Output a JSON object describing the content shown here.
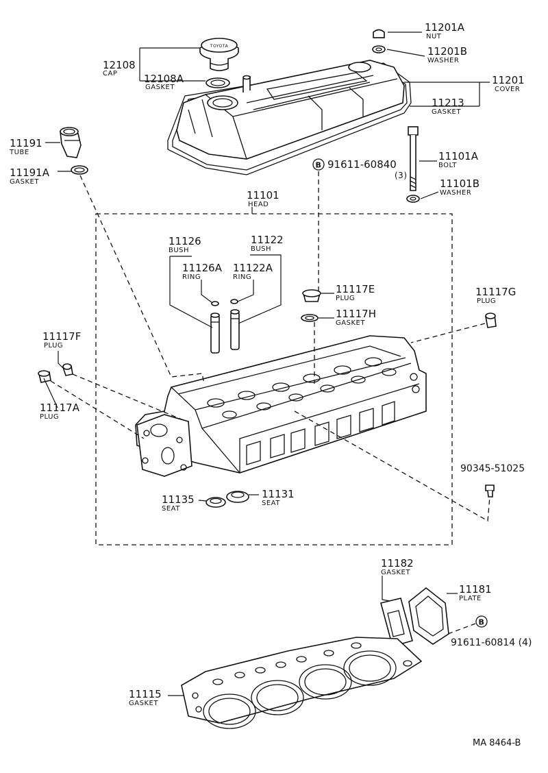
{
  "parts": {
    "p12108": {
      "num": "12108",
      "label": "CAP"
    },
    "p12108A": {
      "num": "12108A",
      "label": "GASKET"
    },
    "p11201A": {
      "num": "11201A",
      "label": "NUT"
    },
    "p11201B": {
      "num": "11201B",
      "label": "WASHER"
    },
    "p11201": {
      "num": "11201",
      "label": "COVER"
    },
    "p11213": {
      "num": "11213",
      "label": "GASKET"
    },
    "p11191": {
      "num": "11191",
      "label": "TUBE"
    },
    "p11191A": {
      "num": "11191A",
      "label": "GASKET"
    },
    "p91611_60840": {
      "num": "91611-60840",
      "marker": "B"
    },
    "p11101A": {
      "num": "11101A",
      "label": "BOLT",
      "qty": "(3)"
    },
    "p11101B": {
      "num": "11101B",
      "label": "WASHER"
    },
    "p11101": {
      "num": "11101",
      "label": "HEAD"
    },
    "p11126": {
      "num": "11126",
      "label": "BUSH"
    },
    "p11122": {
      "num": "11122",
      "label": "BUSH"
    },
    "p11126A": {
      "num": "11126A",
      "label": "RING"
    },
    "p11122A": {
      "num": "11122A",
      "label": "RING"
    },
    "p11117E": {
      "num": "11117E",
      "label": "PLUG"
    },
    "p11117H": {
      "num": "11117H",
      "label": "GASKET"
    },
    "p11117G": {
      "num": "11117G",
      "label": "PLUG"
    },
    "p11117F": {
      "num": "11117F",
      "label": "PLUG"
    },
    "p11117A": {
      "num": "11117A",
      "label": "PLUG"
    },
    "p90345_51025": {
      "num": "90345-51025"
    },
    "p11135": {
      "num": "11135",
      "label": "SEAT"
    },
    "p11131": {
      "num": "11131",
      "label": "SEAT"
    },
    "p11182": {
      "num": "11182",
      "label": "GASKET"
    },
    "p11181": {
      "num": "11181",
      "label": "PLATE"
    },
    "p91611_60814": {
      "num": "91611-60814 (4)",
      "marker": "B"
    },
    "p11115": {
      "num": "11115",
      "label": "GASKET"
    }
  },
  "cap_logo": "TOYOTA",
  "drawing_code": "MA  8464-B"
}
